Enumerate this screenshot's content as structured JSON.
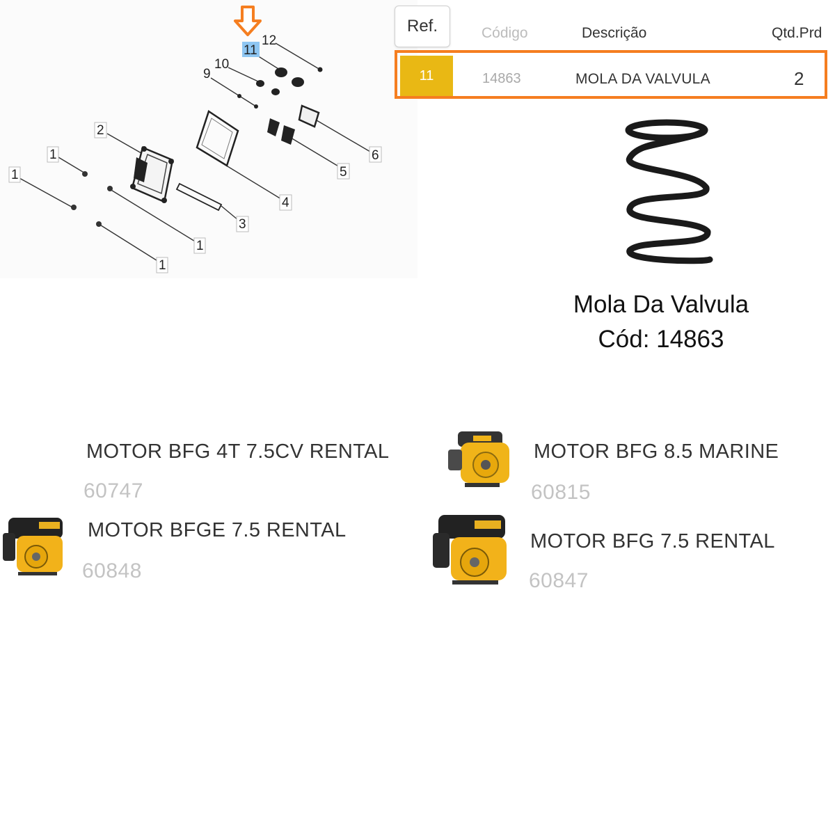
{
  "diagram": {
    "labels": [
      "12",
      "11",
      "10",
      "9",
      "2",
      "1",
      "1",
      "6",
      "5",
      "4",
      "3",
      "1",
      "1"
    ],
    "highlighted_label": "11",
    "highlight_color": "#8ec6f2",
    "pointer_color": "#f57e20"
  },
  "table": {
    "headers": {
      "ref": "Ref.",
      "codigo": "Código",
      "descricao": "Descrição",
      "qtd": "Qtd.Prd"
    },
    "selected_row": {
      "ref": "11",
      "codigo": "14863",
      "descricao": "MOLA DA VALVULA",
      "qtd": "2"
    },
    "highlight_color": "#f57e20",
    "ref_cell_color": "#e9b814"
  },
  "product": {
    "name": "Mola Da Valvula",
    "code_line": "Cód: 14863",
    "icon": "spring-icon"
  },
  "engines": [
    {
      "title": "MOTOR BFG 4T 7.5CV RENTAL",
      "code": "60747",
      "has_image": false
    },
    {
      "title": "MOTOR BFG 8.5 MARINE",
      "code": "60815",
      "has_image": true
    },
    {
      "title": "MOTOR BFGE 7.5 RENTAL",
      "code": "60848",
      "has_image": true
    },
    {
      "title": "MOTOR BFG 7.5 RENTAL",
      "code": "60847",
      "has_image": true
    }
  ]
}
